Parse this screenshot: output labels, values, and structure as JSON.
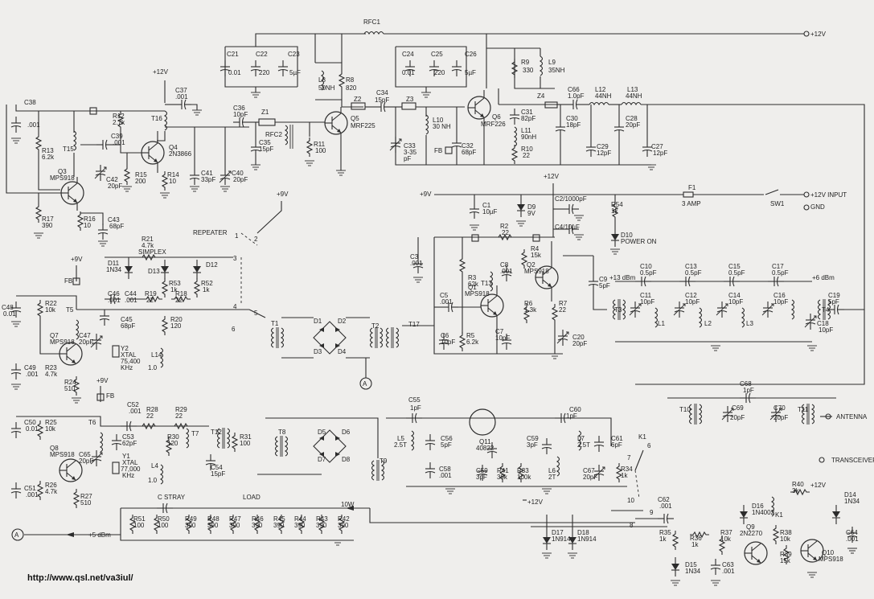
{
  "labels": {
    "RFC1": "RFC1",
    "plus12v_top": "+12V",
    "C21": "C21",
    "C21v": "0.01",
    "C22": "C22",
    "C22v": "220",
    "C23": "C23",
    "C23v": "5µF",
    "C24": "C24",
    "C24v": "0.01",
    "C25": "C25",
    "C25v": "220",
    "C26": "C26",
    "C26v": "5µF",
    "R9": "R9",
    "R9v": "330",
    "L9": "L9",
    "L9v": "35NH",
    "L8": "L8",
    "L8v": "50NH",
    "R8": "R8",
    "R8v": "820",
    "Q5": "Q5",
    "Q5t": "MRF225",
    "Q6": "Q6",
    "Q6t": "MRF226",
    "C34": "C34",
    "C34v": "15pF",
    "Z2": "Z2",
    "Z3": "Z3",
    "Z4": "Z4",
    "Z1": "Z1",
    "L10": "L10",
    "L10v": "30 NH",
    "C31": "C31",
    "C31v": "82pF",
    "C66": "C66",
    "C66v": "1.0pF",
    "L12": "L12",
    "L12v": "44NH",
    "L13": "L13",
    "L13v": "44NH",
    "C30": "C30",
    "C30v": "18pF",
    "C28": "C28",
    "C28v": "20pF",
    "L11": "L11",
    "L11v": "90nH",
    "R10": "R10",
    "R10v": "22",
    "C29": "C29",
    "C29v": "12pF",
    "C27": "C27",
    "C27v": "12pF",
    "C33": "C33",
    "C33v": "3-35",
    "C33u": "pF",
    "C32": "C32",
    "C32v": "68pF",
    "FB": "FB",
    "plus12v_a": "+12V",
    "C37": "C37",
    "C37v": ".001",
    "C36": "C36",
    "C36v": "10pF",
    "RFC2": "RFC2",
    "C35": "C35",
    "C35v": "15pF",
    "R11": "R11",
    "R11v": "100",
    "T16": "T16",
    "C38": "C38",
    "C38v": ".001",
    "R12": "R12",
    "R12v": "2.7k",
    "R13": "R13",
    "R13v": "6.2k",
    "T15": "T15",
    "C39": "C39",
    "C39v": ".001",
    "Q4": "Q4",
    "Q4t": "2N3866",
    "C42": "C42",
    "C42v": "20pF",
    "R15": "R15",
    "R15v": "200",
    "R14": "R14",
    "R14v": "10",
    "C41": "C41",
    "C41v": "33pF",
    "C40": "C40",
    "C40v": "20pF",
    "Q3": "Q3",
    "Q3t": "MPS918",
    "R17": "R17",
    "R17v": "390",
    "R16": "R16",
    "R16v": "10",
    "C43": "C43",
    "C43v": "68pF",
    "plus9v_a": "+9V",
    "plus12v_b": "+12V",
    "C2": "C2/1000pF",
    "F1": "F1",
    "F1v": "3 AMP",
    "SW1": "SW1",
    "plus12_input": "+12V INPUT",
    "GND": "GND",
    "C1": "C1",
    "C1v": "10µF",
    "D9": "D9",
    "D9v": "9V",
    "R54": "R54",
    "R54v": "1k",
    "C4": "C4/10µF",
    "D10": "D10",
    "D10t": "POWER ON",
    "R2": "R2",
    "R2v": "22",
    "R4": "R4",
    "R4v": "15k",
    "Q2": "Q2",
    "Q2t": "MPS918",
    "C3": "C3",
    "C3v": ".001",
    "R3": "R3",
    "R3v": "62k",
    "C8": "C8",
    "C8v": ".001",
    "T13": "T13",
    "C9": "C9",
    "C9v": "5pF",
    "Q1": "Q1",
    "Q1t": "MPS918",
    "C5": "C5",
    "C5v": ".001",
    "R6": "R6",
    "R6v": "1.3k",
    "R7": "R7",
    "R7v": "22",
    "C6": "C6",
    "C6v": "10pF",
    "R5": "R5",
    "R5v": "6.2k",
    "C7": "C7",
    "C7v": "10pF",
    "C20": "C20",
    "C20v": "20pF",
    "T17": "T17",
    "dbm13": "+13 dBm",
    "C10": "C10",
    "C10v": "0.5pF",
    "C13": "C13",
    "C13v": "0.5pF",
    "C15": "C15",
    "C15v": "0.5pF",
    "C17": "C17",
    "C17v": "0.5pF",
    "dbm6": "+6 dBm",
    "C19": "C19",
    "C19v": "5pF",
    "T3": "T3",
    "T4": "T4",
    "C11": "C11",
    "C11v": "10pF",
    "L1": "L1",
    "C12": "C12",
    "C12v": "10pF",
    "L2": "L2",
    "C14": "C14",
    "C14v": "10pF",
    "L3": "L3",
    "C16": "C16",
    "C16v": "10pF",
    "C18": "C18",
    "C18v": "10pF",
    "plus9v_b": "+9V",
    "REPEATER": "REPEATER",
    "SIMPLEX": "SIMPLEX",
    "R21": "R21",
    "R21v": "4.7k",
    "D11": "D11",
    "D11t": "1N34",
    "D13": "D13",
    "D12": "D12",
    "R53": "R53",
    "R53v": "1k",
    "R52": "R52",
    "R52v": "1k",
    "sw1": "1",
    "sw2": "2",
    "sw3": "3",
    "sw4": "4",
    "sw5": "5",
    "sw6": "6",
    "plus9v_c": "+9V",
    "FB2": "FB",
    "C48": "C48",
    "C48v": "0.01",
    "R22": "R22",
    "R22v": "10k",
    "T5": "T5",
    "C46": "C46",
    "C46v": ".001",
    "C44": "C44",
    "C44v": ".001",
    "R19": "R19",
    "R19v": "22",
    "R18": "R18",
    "R18v": "22",
    "C45": "C45",
    "C45v": "68pF",
    "R20": "R20",
    "R20v": "120",
    "Q7": "Q7",
    "Q7t": "MPS918",
    "C47": "C47",
    "C47v": "20pF",
    "Y2": "Y2",
    "Y2a": "XTAL",
    "Y2b": "75,400",
    "Y2c": "KHz",
    "L14": "L14",
    "L14v": "1.0",
    "C49": "C49",
    "C49v": ".001",
    "R23": "R23",
    "R23v": "4.7k",
    "R24": "R24",
    "R24v": "510",
    "T1": "T1",
    "D1": "D1",
    "D2": "D2",
    "D3": "D3",
    "D4": "D4",
    "T2": "T2",
    "A1": "A",
    "plus9v_d": "+9V",
    "FB3": "FB",
    "C50": "C50",
    "C50v": "0.01",
    "R25": "R25",
    "R25v": "10k",
    "T6": "T6",
    "C52": "C52",
    "C52v": ".001",
    "R28": "R28",
    "R28v": "22",
    "R29": "R29",
    "R29v": "22",
    "C53": "C53",
    "C53v": "62pF",
    "R30": "R30",
    "R30v": "120",
    "T7": "T7",
    "T12": "T12",
    "R31": "R31",
    "R31v": "100",
    "C54": "C54",
    "C54v": "15pF",
    "Q8": "Q8",
    "Q8t": "MPS918",
    "C65": "C65",
    "C65v": "20pF",
    "Y1": "Y1",
    "Y1a": "XTAL",
    "Y1b": "77,000",
    "Y1c": "KHz",
    "L4": "L4",
    "L4v": "1.0",
    "C51": "C51",
    "C51v": ".001",
    "R26": "R26",
    "R26v": "4.7k",
    "R27": "R27",
    "R27v": "510",
    "T8": "T8",
    "D5": "D5",
    "D6": "D6",
    "D7": "D7",
    "D8": "D8",
    "T9": "T9",
    "C55": "C55",
    "C55v": "1pF",
    "L5": "L5",
    "L5v": "2.5T",
    "C56": "C56",
    "C56v": "5pF",
    "Q11": "Q11",
    "Q11t": "40822",
    "C58": "C58",
    "C58v": ".001",
    "C59a": "C59",
    "C59av": "3pF",
    "C59b": "C59",
    "C59bv": "3pF",
    "R41": "R41",
    "R41v": "39k",
    "R33": "R33",
    "R33v": "100k",
    "C60": "C60",
    "C60v": "1pF",
    "L7": "L7",
    "L7v": "2.5T",
    "L6": "L6",
    "L6v": "2T",
    "C61": "C61",
    "C61v": "6pF",
    "C67": "C67",
    "C67v": "20pF",
    "R34": "R34",
    "R34v": "1k",
    "plus12v_c": "+12V",
    "C68": "C68",
    "C68v": "1pF",
    "T10": "T10",
    "C69": "C69",
    "C69v": "20pF",
    "C70": "C70",
    "C70v": "20pF",
    "T11": "T11",
    "ANTENNA": "ANTENNA",
    "K1": "K1",
    "TRANSCEIVER": "TRANSCEIVER",
    "k6": "6",
    "k7": "7",
    "k8": "8",
    "k9": "9",
    "k10": "10",
    "C62": "C62",
    "C62v": ".001",
    "R40": "R40",
    "R40v": "3k",
    "plus12v_d": "+12V",
    "D14": "D14",
    "D14t": "1N34",
    "D16": "D16",
    "D16t": "1N4002",
    "K1b": "K1",
    "C64": "C64",
    "C64v": ".001",
    "Q9": "Q9",
    "Q9t": "2N2270",
    "R35": "R35",
    "R35v": "1k",
    "R36": "R36",
    "R36v": "1k",
    "R37": "R37",
    "R37v": "10k",
    "R38": "R38",
    "R38v": "10k",
    "Q10": "Q10",
    "Q10t": "MPS918",
    "R39": "R39",
    "R39v": "15k",
    "D15": "D15",
    "D15t": "1N34",
    "C63": "C63",
    "C63v": ".001",
    "D17": "D17",
    "D17t": "1N914",
    "D18": "D18",
    "D18t": "1N914",
    "CSTRAY": "C STRAY",
    "LOAD": "LOAD",
    "W10": "10W",
    "plus5dbm": "+5 dBm",
    "A2": "A",
    "R51": "R51",
    "R51v": "100",
    "R50": "R50",
    "R50v": "100",
    "R49": "R49",
    "R49v": "390",
    "R48": "R48",
    "R48v": "390",
    "R47": "R47",
    "R47v": "390",
    "R46": "R46",
    "R46v": "390",
    "R45": "R45",
    "R45v": "390",
    "R44": "R44",
    "R44v": "390",
    "R43": "R43",
    "R43v": "390",
    "R42": "R42",
    "R42v": "390",
    "url": "http://www.qsl.net/va3iul/"
  }
}
